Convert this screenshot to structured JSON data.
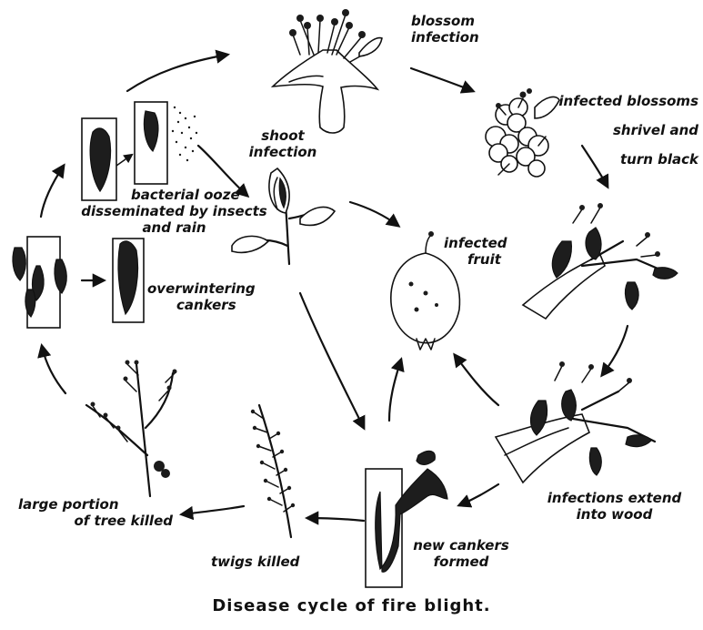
{
  "labels": {
    "blossom_infection": [
      "blossom",
      "infection"
    ],
    "infected_blossoms": [
      "infected blossoms",
      "shrivel and",
      "turn black"
    ],
    "shoot_infection": [
      "shoot",
      "infection"
    ],
    "infected_fruit": [
      "infected",
      "fruit"
    ],
    "bacterial_ooze": [
      "bacterial ooze",
      "disseminated by insects",
      "and rain"
    ],
    "overwintering_cankers": [
      "overwintering",
      "cankers"
    ],
    "infections_extend": [
      "infections extend",
      "into wood"
    ],
    "new_cankers": [
      "new cankers",
      "formed"
    ],
    "twigs_killed": [
      "twigs killed"
    ],
    "large_portion": [
      "large portion",
      "of tree killed"
    ]
  },
  "caption": "Disease cycle of fire blight.",
  "colors": {
    "ink": "#111111",
    "background": "#ffffff"
  }
}
